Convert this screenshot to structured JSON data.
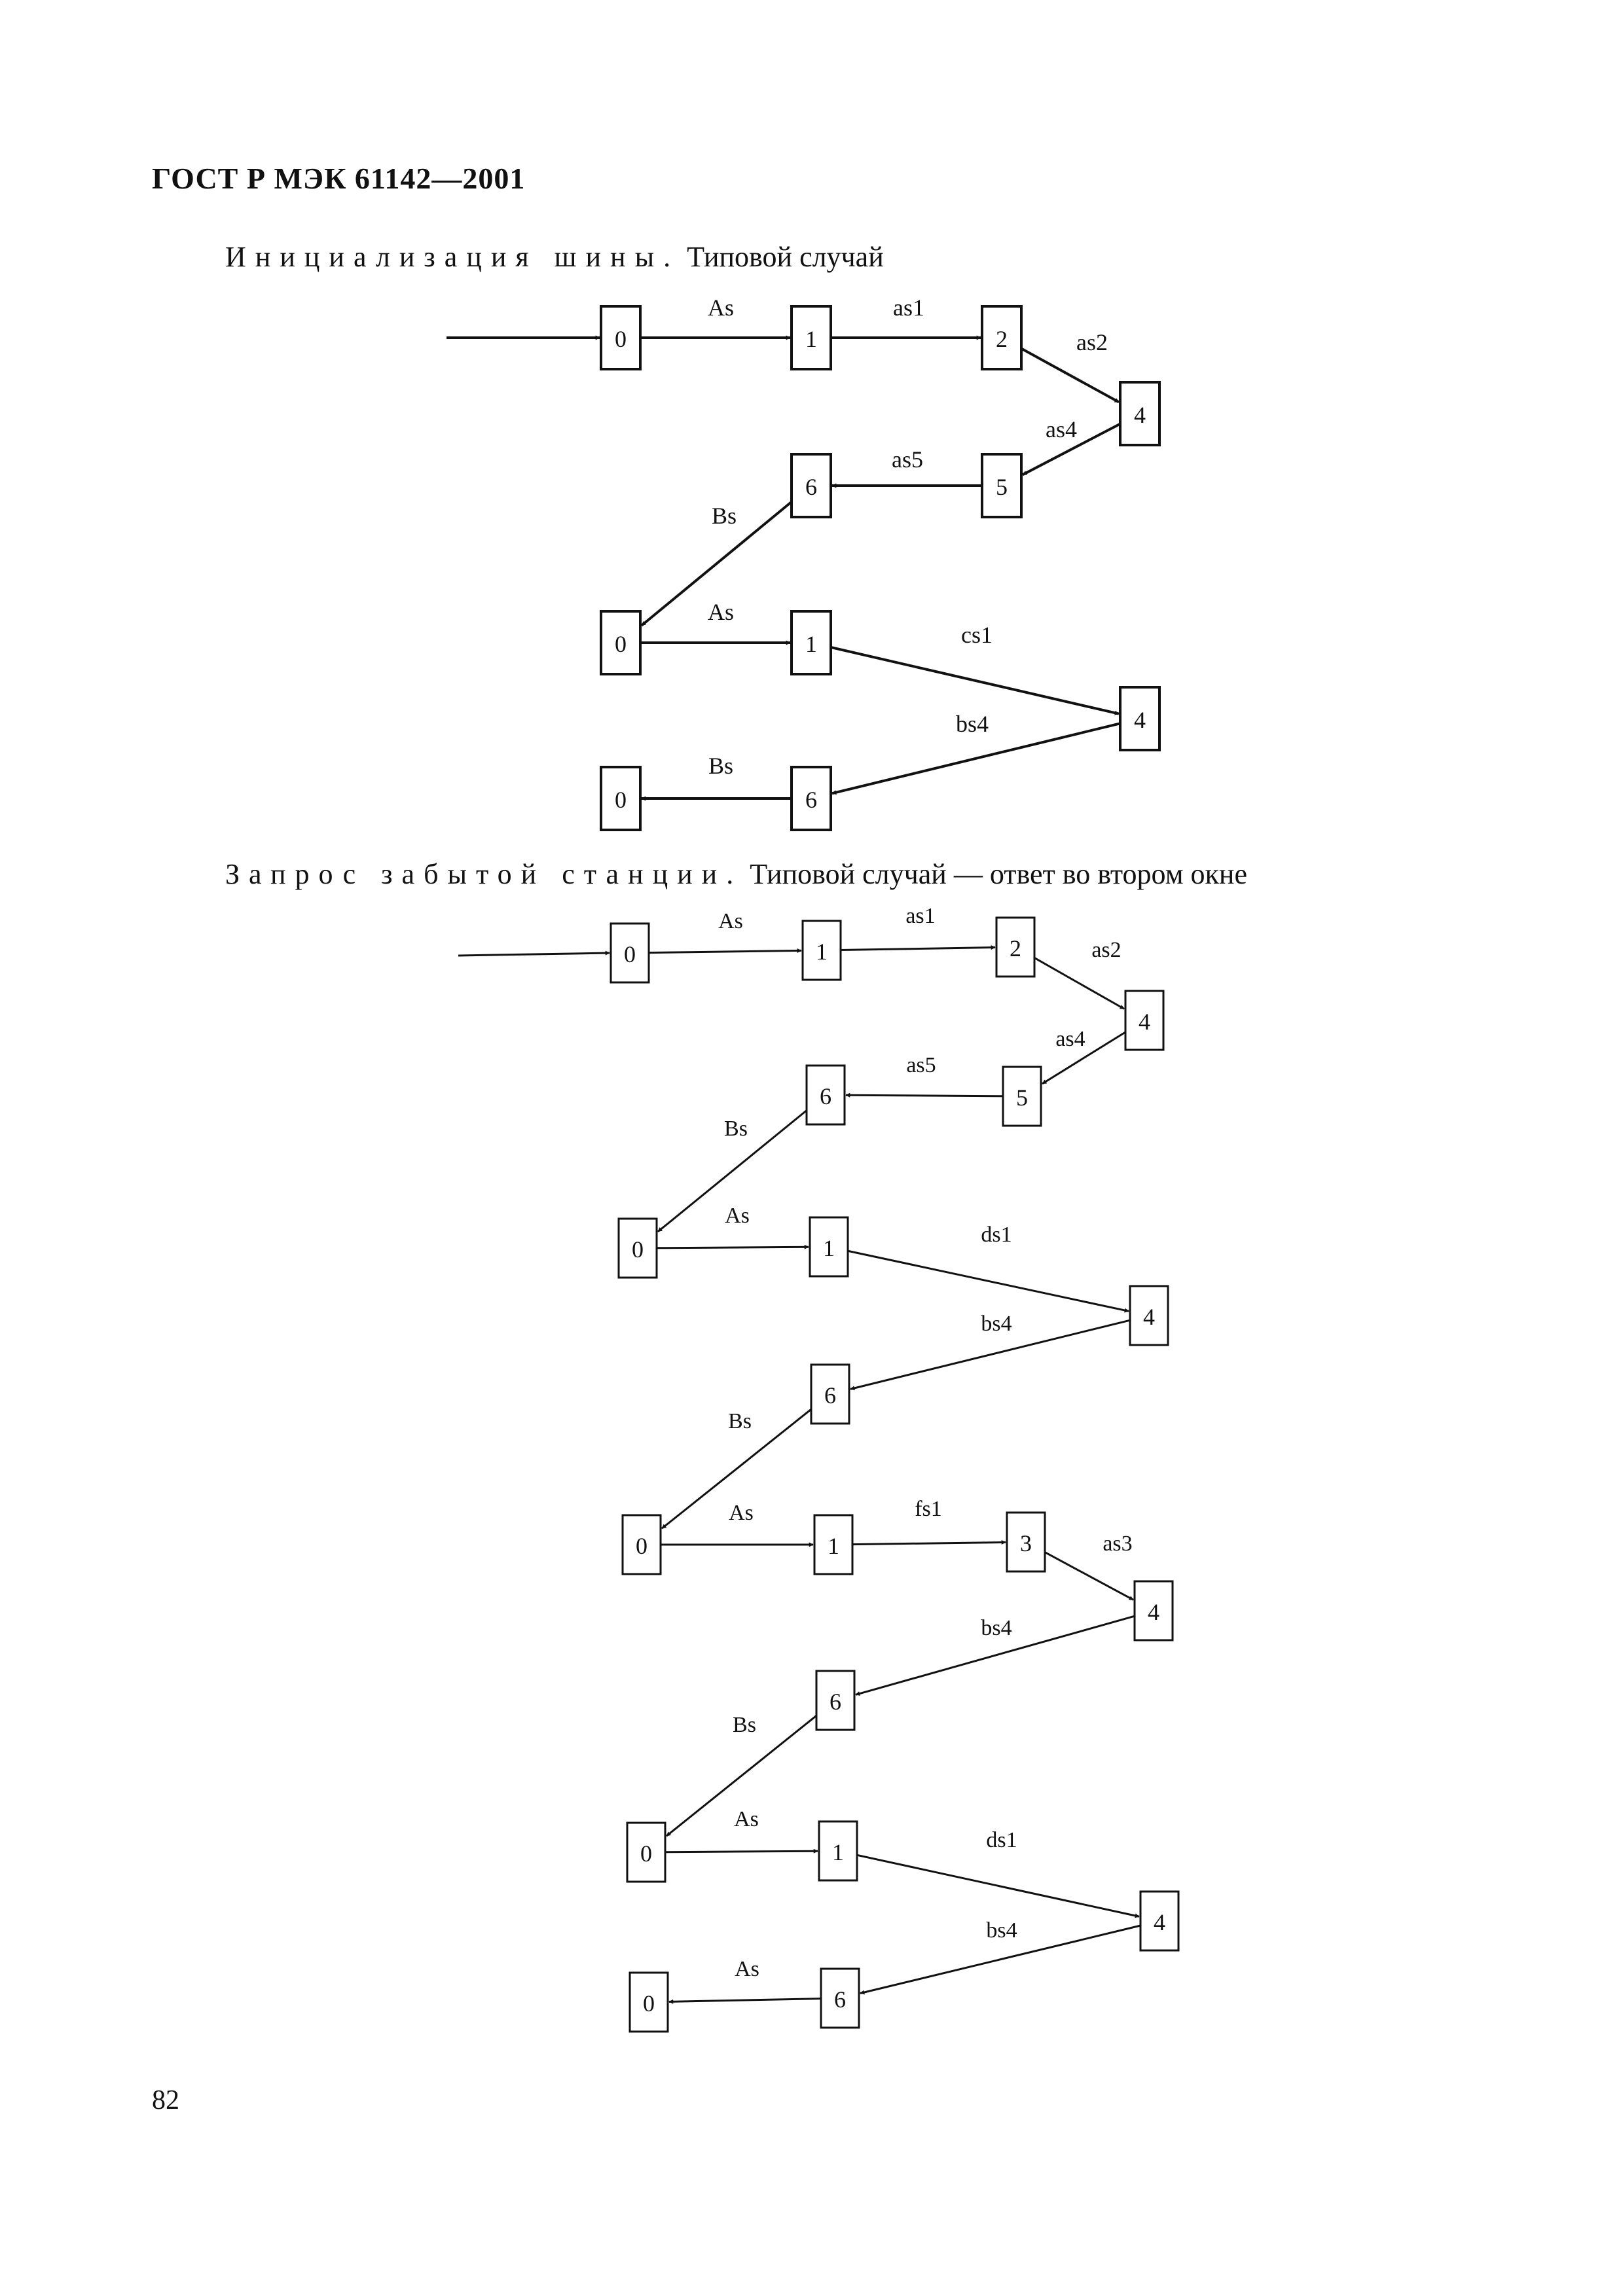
{
  "header": {
    "standard_id": "ГОСТ Р МЭК 61142—2001"
  },
  "page_number": "82",
  "diagram1": {
    "caption_spaced": "Инициализация шины.",
    "caption_rest": "Типовой случай",
    "nodes": {
      "a0": "0",
      "a1": "1",
      "a2": "2",
      "a4": "4",
      "a5": "5",
      "a6": "6",
      "b0": "0",
      "b1": "1",
      "b4": "4",
      "b6": "6",
      "c0": "0"
    },
    "edges": {
      "start_a0": "",
      "a0_a1": "As",
      "a1_a2": "as1",
      "a2_a4": "as2",
      "a4_a5": "as4",
      "a5_a6": "as5",
      "a6_b0": "Bs",
      "b0_b1": "As",
      "b1_b4": "cs1",
      "b4_b6": "bs4",
      "b6_c0": "Bs"
    }
  },
  "diagram2": {
    "caption_spaced": "Запрос забытой станции.",
    "caption_rest": "Типовой случай — ответ во втором окне",
    "nodes": {
      "a0": "0",
      "a1": "1",
      "a2": "2",
      "a4": "4",
      "a5": "5",
      "a6": "6",
      "b0": "0",
      "b1": "1",
      "b4": "4",
      "b6": "6",
      "c0": "0",
      "c1": "1",
      "c3": "3",
      "c4": "4",
      "c6": "6",
      "d0": "0",
      "d1": "1",
      "d4": "4",
      "d6": "6",
      "e0": "0"
    },
    "edges": {
      "start_a0": "",
      "a0_a1": "As",
      "a1_a2": "as1",
      "a2_a4": "as2",
      "a4_a5": "as4",
      "a5_a6": "as5",
      "a6_b0": "Bs",
      "b0_b1": "As",
      "b1_b4": "ds1",
      "b4_b6": "bs4",
      "b6_c0": "Bs",
      "c0_c1": "As",
      "c1_c3": "fs1",
      "c3_c4": "as3",
      "c4_c6": "bs4",
      "c6_d0": "Bs",
      "d0_d1": "As",
      "d1_d4": "ds1",
      "d4_d6": "bs4",
      "d6_e0": "As"
    }
  }
}
